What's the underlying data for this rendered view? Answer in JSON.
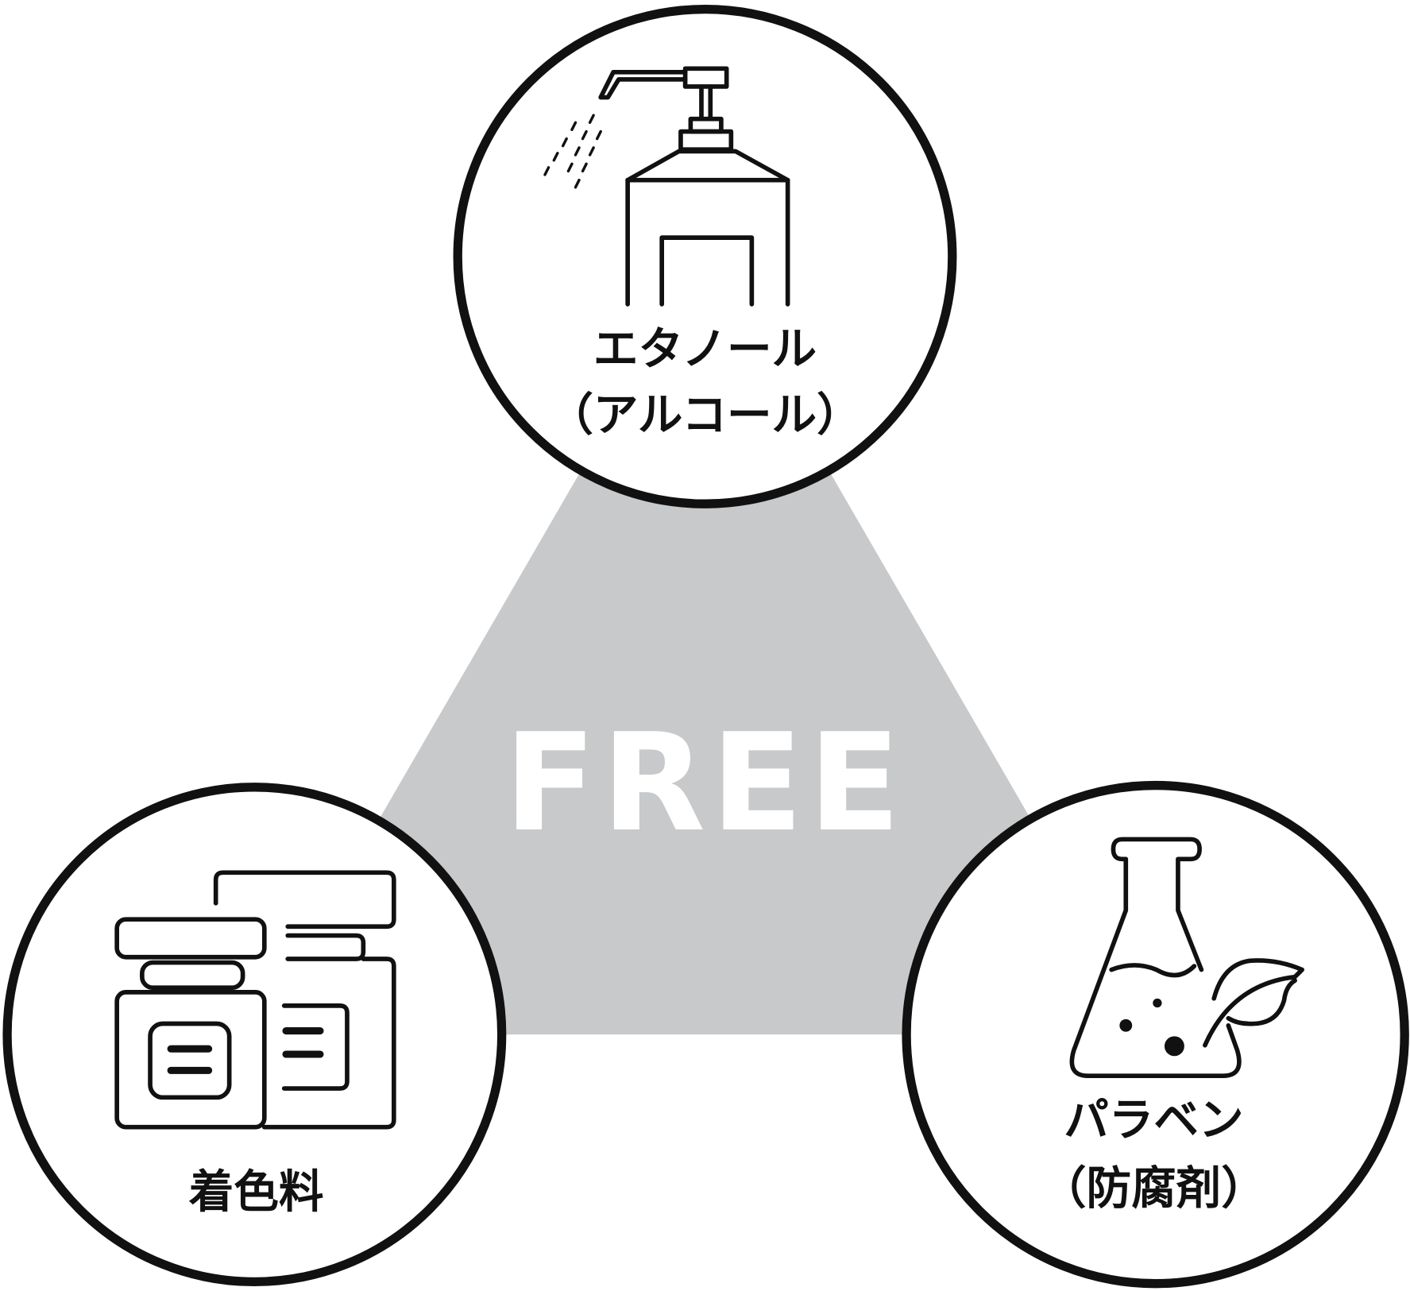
{
  "center": {
    "label": "FREE"
  },
  "items": [
    {
      "icon": "pump-bottle-icon",
      "line1": "エタノール",
      "line2": "（アルコール）"
    },
    {
      "icon": "cosmetic-jars-icon",
      "line1": "着色料"
    },
    {
      "icon": "flask-leaf-icon",
      "line1": "パラベン",
      "line2": "（防腐剤）"
    }
  ],
  "colors": {
    "triangle": "#c8c9cb",
    "stroke": "#111111"
  }
}
